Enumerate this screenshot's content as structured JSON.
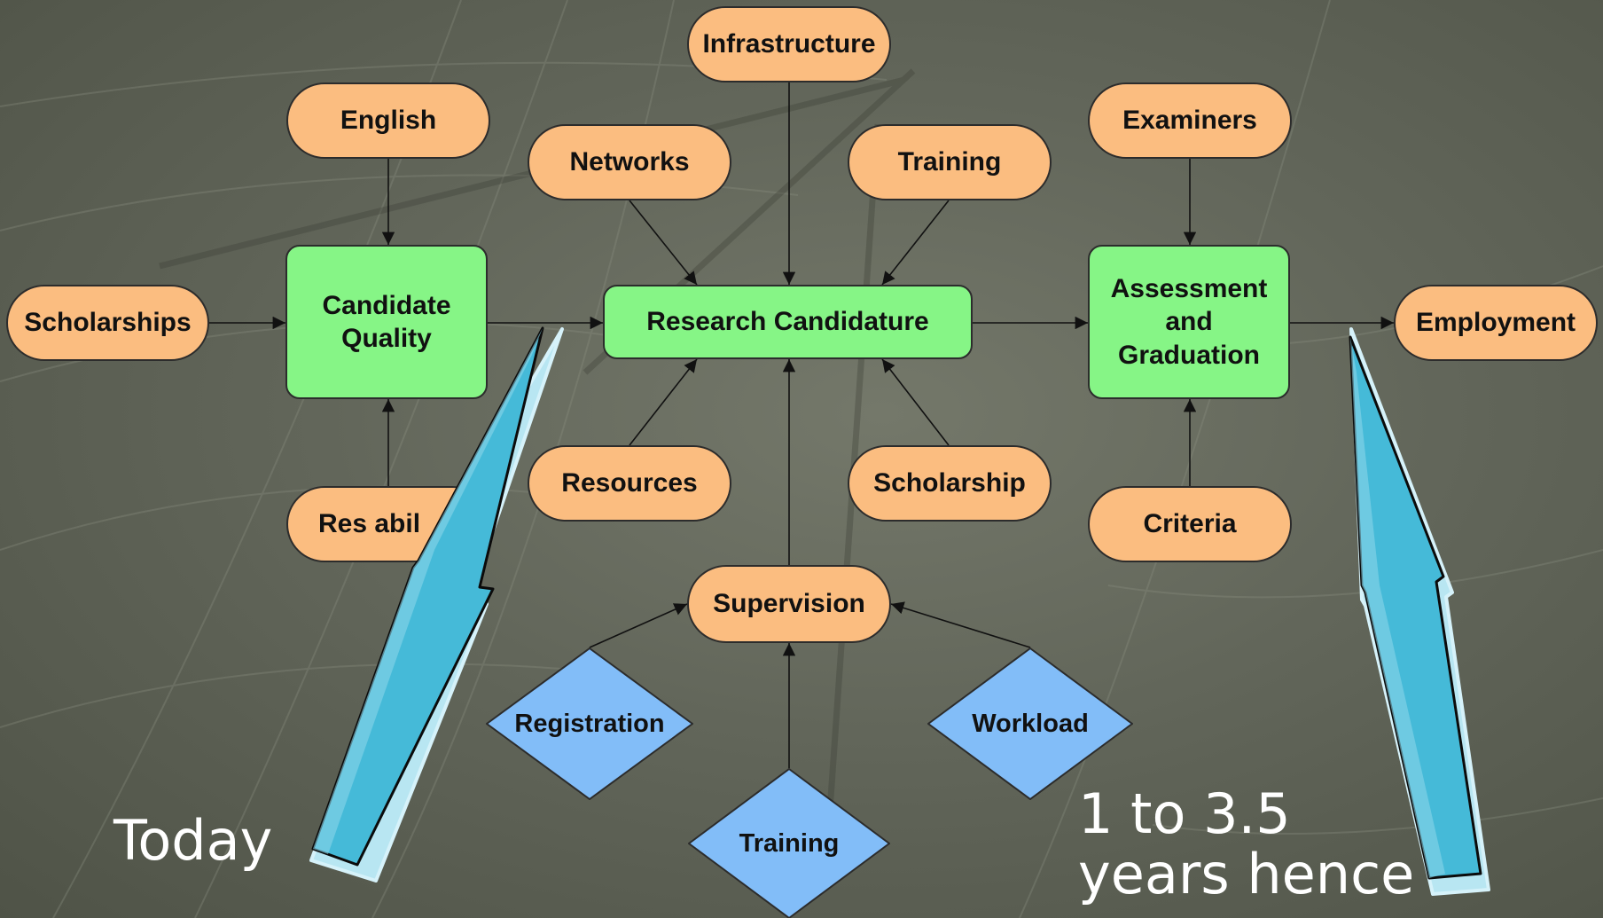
{
  "nodes": {
    "infrastructure": "Infrastructure",
    "english": "English",
    "networks": "Networks",
    "training_top": "Training",
    "examiners": "Examiners",
    "scholarships": "Scholarships",
    "candidate_quality": "Candidate Quality",
    "research_candidature": "Research Candidature",
    "assessment_graduation": "Assessment and Graduation",
    "employment": "Employment",
    "res_ability": "Res abil",
    "resources": "Resources",
    "scholarship": "Scholarship",
    "criteria": "Criteria",
    "supervision": "Supervision",
    "registration": "Registration",
    "workload": "Workload",
    "training_bottom": "Training"
  },
  "captions": {
    "today": "Today",
    "future": "1 to 3.5\nyears hence"
  },
  "colors": {
    "pill_fill": "#fbbd80",
    "box_fill": "#86f586",
    "diamond_fill": "#82bdf8",
    "arrow_fill": "#45bad8",
    "caption_text": "#ffffff"
  }
}
